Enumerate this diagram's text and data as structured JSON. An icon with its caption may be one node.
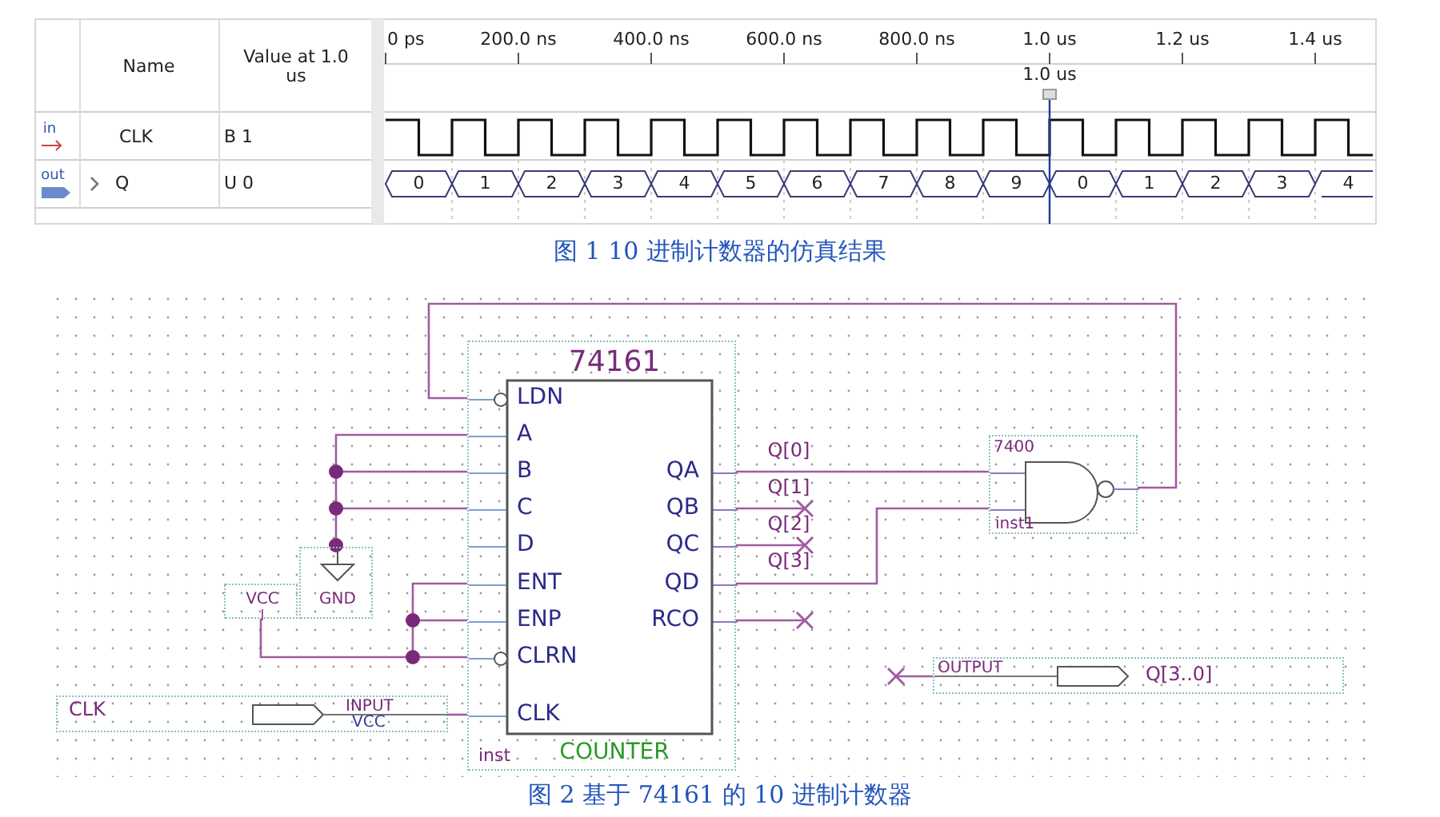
{
  "diagram": {
    "nodes": [
      {
        "text": [
          "74161",
          "inst",
          "COUNTER"
        ]
      },
      {
        "text": [
          "7400",
          "inst1"
        ]
      },
      {
        "text": [
          "CLK",
          "INPUT",
          "VCC"
        ]
      },
      {
        "text": [
          "OUTPUT",
          "Q[3..0]"
        ]
      },
      {
        "text": [
          "VCC"
        ]
      },
      {
        "text": [
          "GND"
        ]
      }
    ],
    "edges": [
      {
        "from": 2,
        "to": 0,
        "arrow": "none"
      },
      {
        "from": 4,
        "to": 0,
        "arrow": "none"
      },
      {
        "from": 5,
        "to": 0,
        "arrow": "none"
      },
      {
        "from": 0,
        "to": 1,
        "arrow": "none",
        "label": "Q[0]"
      },
      {
        "from": 0,
        "to": null,
        "arrow": "none",
        "label": "Q[1]"
      },
      {
        "from": 0,
        "to": null,
        "arrow": "none",
        "label": "Q[2]"
      },
      {
        "from": 0,
        "to": 1,
        "arrow": "none",
        "label": "Q[3]"
      },
      {
        "from": 0,
        "to": null,
        "arrow": "none"
      },
      {
        "from": 1,
        "to": 0,
        "arrow": "none"
      },
      {
        "from": null,
        "to": 3,
        "arrow": "none"
      }
    ],
    "labels": [
      "Name",
      "Value at 1.0 us",
      "0 ps",
      "200.0 ns",
      "400.0 ns",
      "600.0 ns",
      "800.0 ns",
      "1.0 us",
      "1.2 us",
      "1.4 us",
      "1.0 us",
      "in",
      "CLK",
      "B 1",
      "out",
      "Q",
      "U 0",
      "0",
      "1",
      "2",
      "3",
      "4",
      "5",
      "6",
      "7",
      "8",
      "9",
      "0",
      "1",
      "2",
      "3",
      "4",
      "图 1 10 进制计数器的仿真结果",
      "LDN",
      "A",
      "B",
      "QA",
      "C",
      "QB",
      "D",
      "QC",
      "ENT",
      "QD",
      "ENP",
      "RCO",
      "CLRN",
      "CLK",
      "图 2 基于 74161 的 10 进制计数器"
    ]
  }
}
